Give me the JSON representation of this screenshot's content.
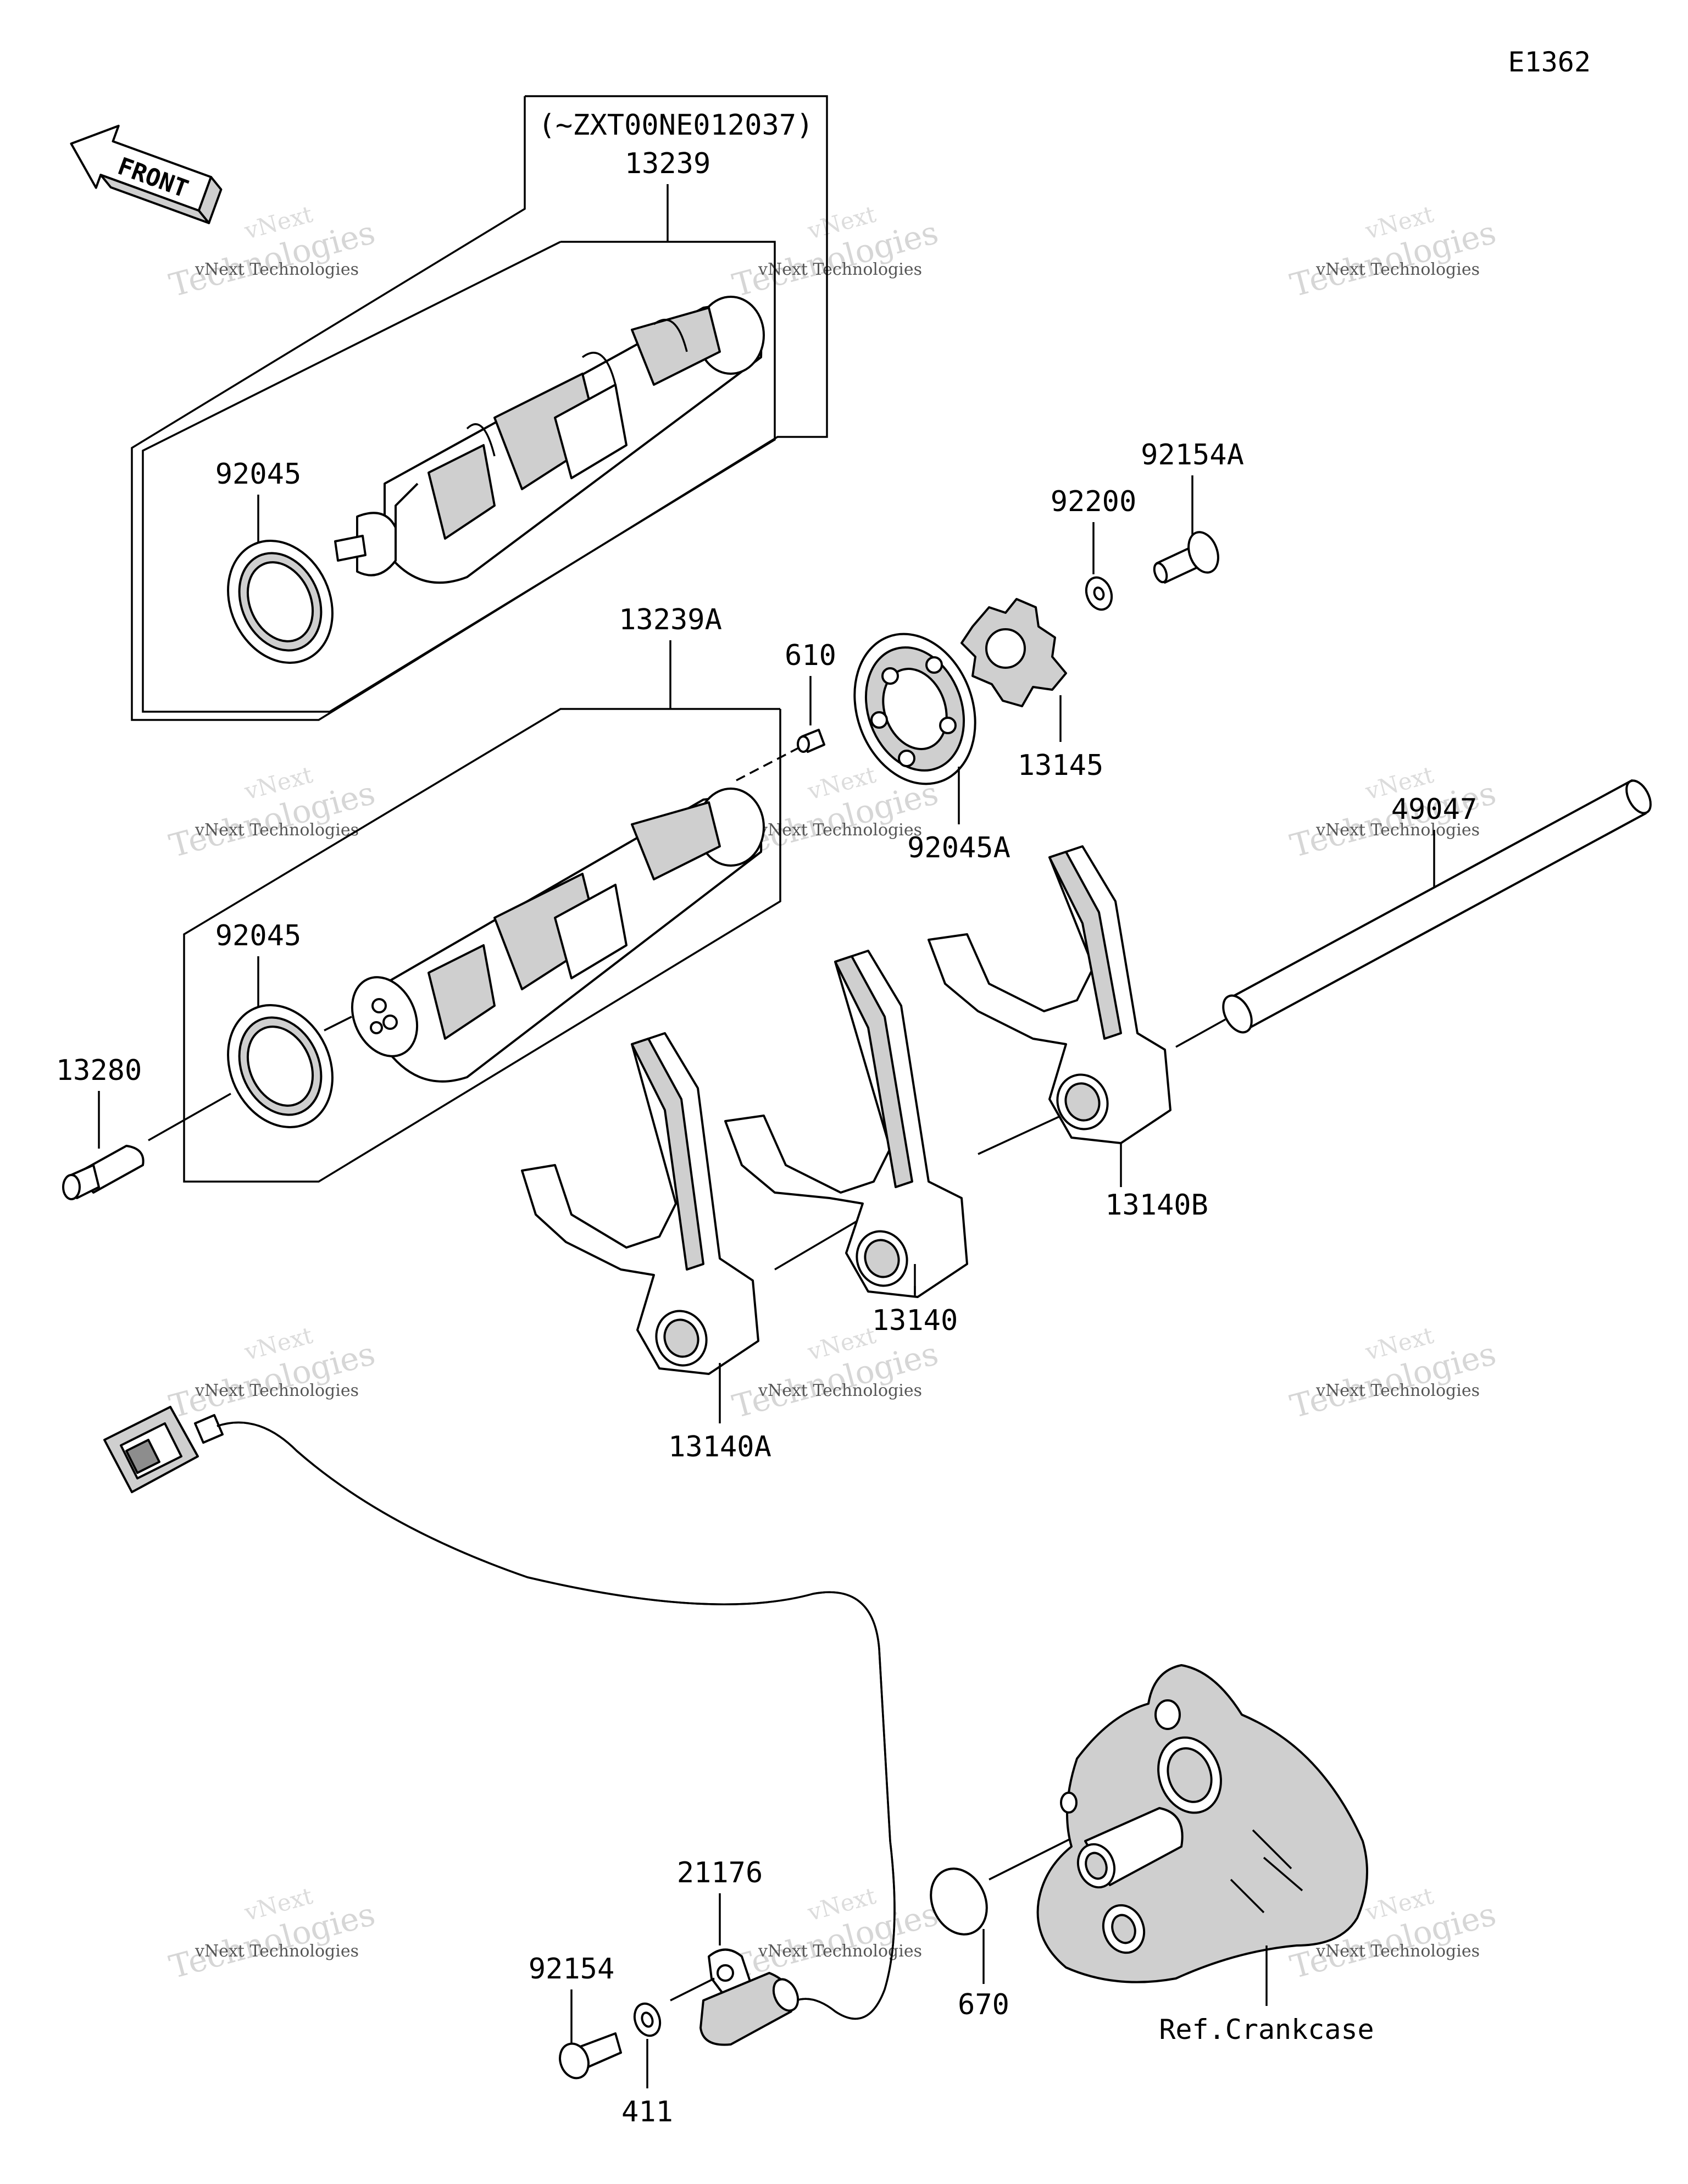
{
  "diagram_code": "E1362",
  "front_label": "FRONT",
  "serial_note": "(~ZXT00NE012037)",
  "labels": {
    "p13239": "13239",
    "p92045_upper": "92045",
    "p13239A": "13239A",
    "p610": "610",
    "p92045_lower": "92045",
    "p13280": "13280",
    "p92045A": "92045A",
    "p92200": "92200",
    "p92154A": "92154A",
    "p13145": "13145",
    "p49047": "49047",
    "p13140B": "13140B",
    "p13140": "13140",
    "p13140A": "13140A",
    "p21176": "21176",
    "p92154": "92154",
    "p411": "411",
    "p670": "670",
    "ref_crankcase": "Ref.Crankcase"
  },
  "watermark": {
    "line1": "vNext Technologies",
    "line2": "vNext",
    "line3": "Technologies"
  }
}
